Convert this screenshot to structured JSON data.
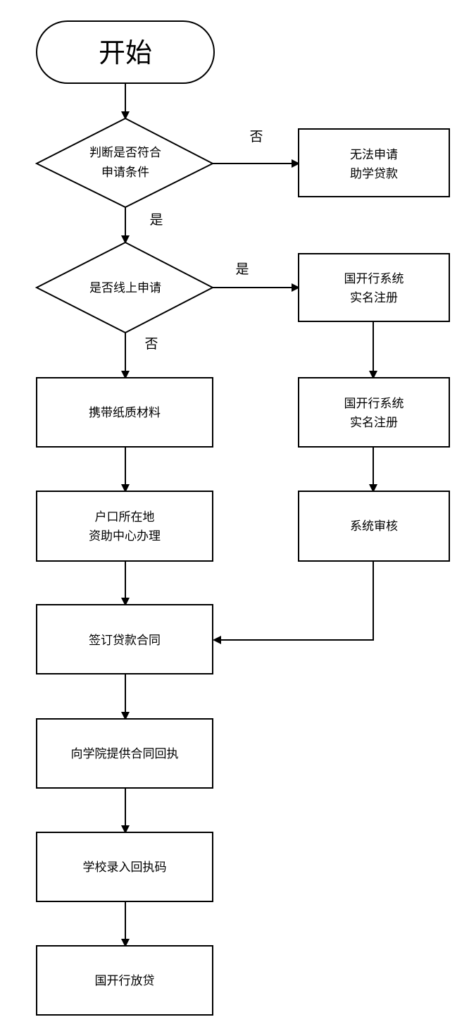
{
  "flow": {
    "start": "开始",
    "d1": [
      "判断是否符合",
      "申请条件"
    ],
    "d1_no_label": "否",
    "d1_yes_label": "是",
    "no_loan": [
      "无法申请",
      "助学贷款"
    ],
    "d2": "是否线上申请",
    "d2_yes_label": "是",
    "d2_no_label": "否",
    "cdb_register_1": [
      "国开行系统",
      "实名注册"
    ],
    "cdb_register_2": [
      "国开行系统",
      "实名注册"
    ],
    "system_review": "系统审核",
    "bring_paper": "携带纸质材料",
    "hukou_center": [
      "户口所在地",
      "资助中心办理"
    ],
    "sign_contract": "签订贷款合同",
    "provide_receipt": "向学院提供合同回执",
    "school_input": "学校录入回执码",
    "cdb_disburse": "国开行放贷"
  }
}
